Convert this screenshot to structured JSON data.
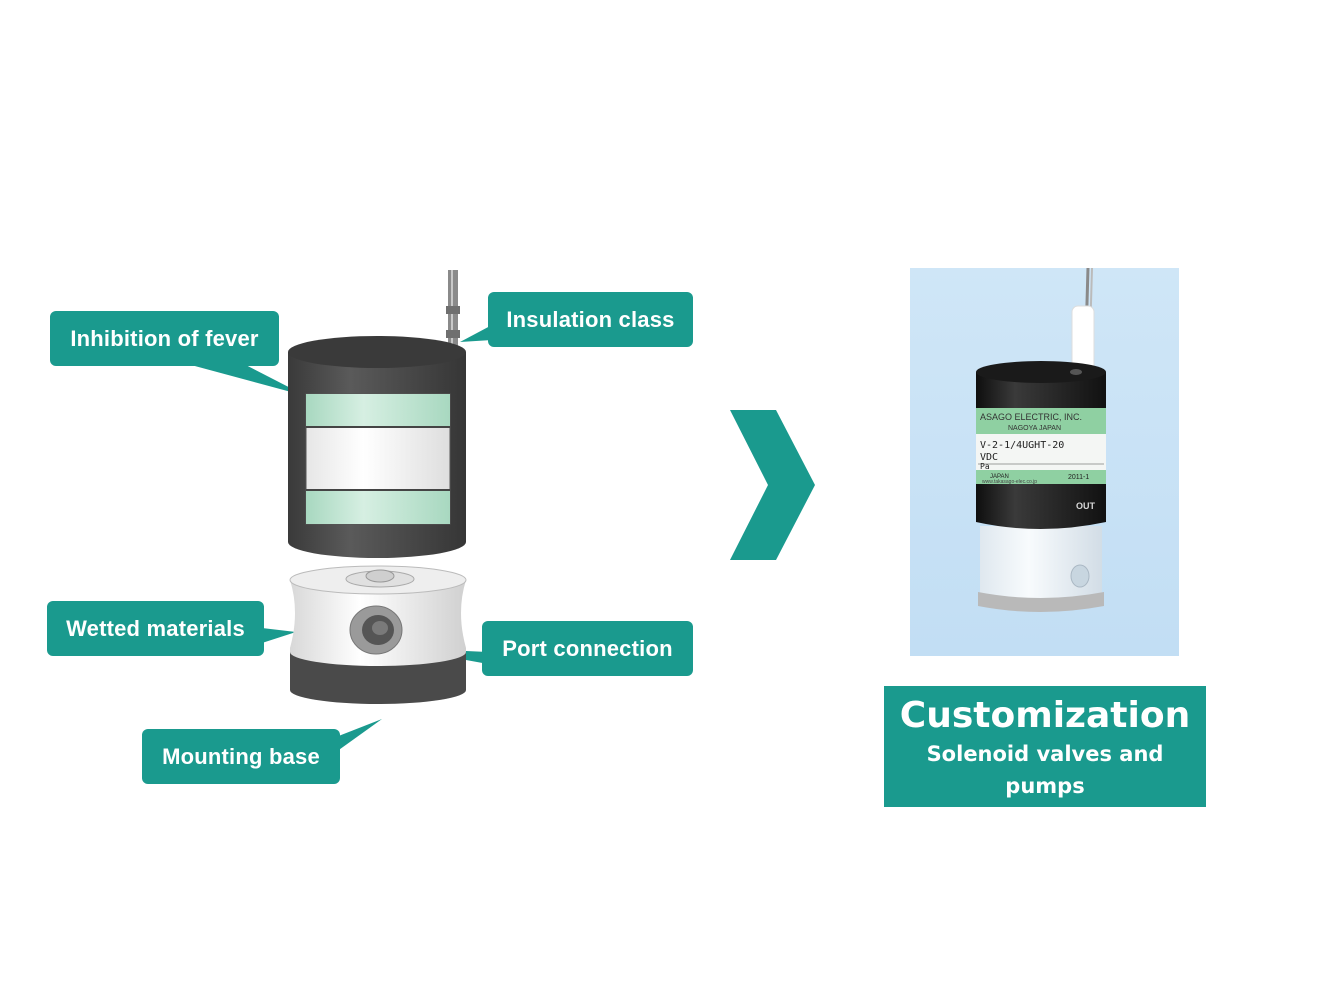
{
  "callouts": {
    "insulation_class": "Insulation class",
    "inhibition_of_fever": "Inhibition of fever",
    "wetted_materials": "Wetted materials",
    "port_connection": "Port connection",
    "mounting_base": "Mounting base"
  },
  "customization": {
    "title": "Customization",
    "subtitle_line1": "Solenoid valves and pumps",
    "subtitle_line2": "for special circumstance"
  },
  "product_label": {
    "maker": "ASAGO ELECTRIC, INC.",
    "city": "NAGOYA JAPAN",
    "model": "V-2-1/4UGHT-20",
    "voltage": "VDC",
    "pressure": "Pa",
    "origin": "JAPAN",
    "year": "2011-1",
    "website": "www.takasago-elec.co.jp",
    "port_mark": "OUT"
  },
  "colors": {
    "teal": "#1a9a8e",
    "coil_dark": "#4a4a4a",
    "band_green": "#b8e0cc",
    "photo_bg": "#c7e1f5"
  },
  "icons": {
    "arrow": "chevron-right-icon"
  }
}
